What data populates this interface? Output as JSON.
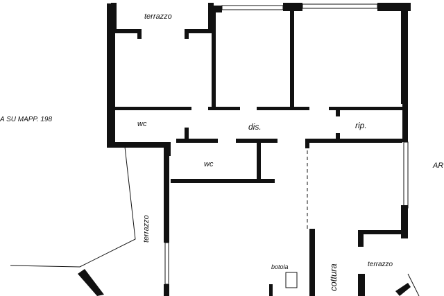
{
  "plan": {
    "rooms": {
      "terrazzo_top": "terrazzo",
      "wc_1": "wc",
      "dis": "dis.",
      "rip": "rip.",
      "wc_2": "wc",
      "terrazzo_left": "terrazzo",
      "botola": "botola",
      "cottura": "cottura",
      "terrazzo_right": "terrazzo"
    },
    "annotations": {
      "left_edge": "A SU MAPP. 198",
      "right_edge": "AR"
    }
  },
  "colors": {
    "line": "#111111",
    "background": "#ffffff"
  }
}
